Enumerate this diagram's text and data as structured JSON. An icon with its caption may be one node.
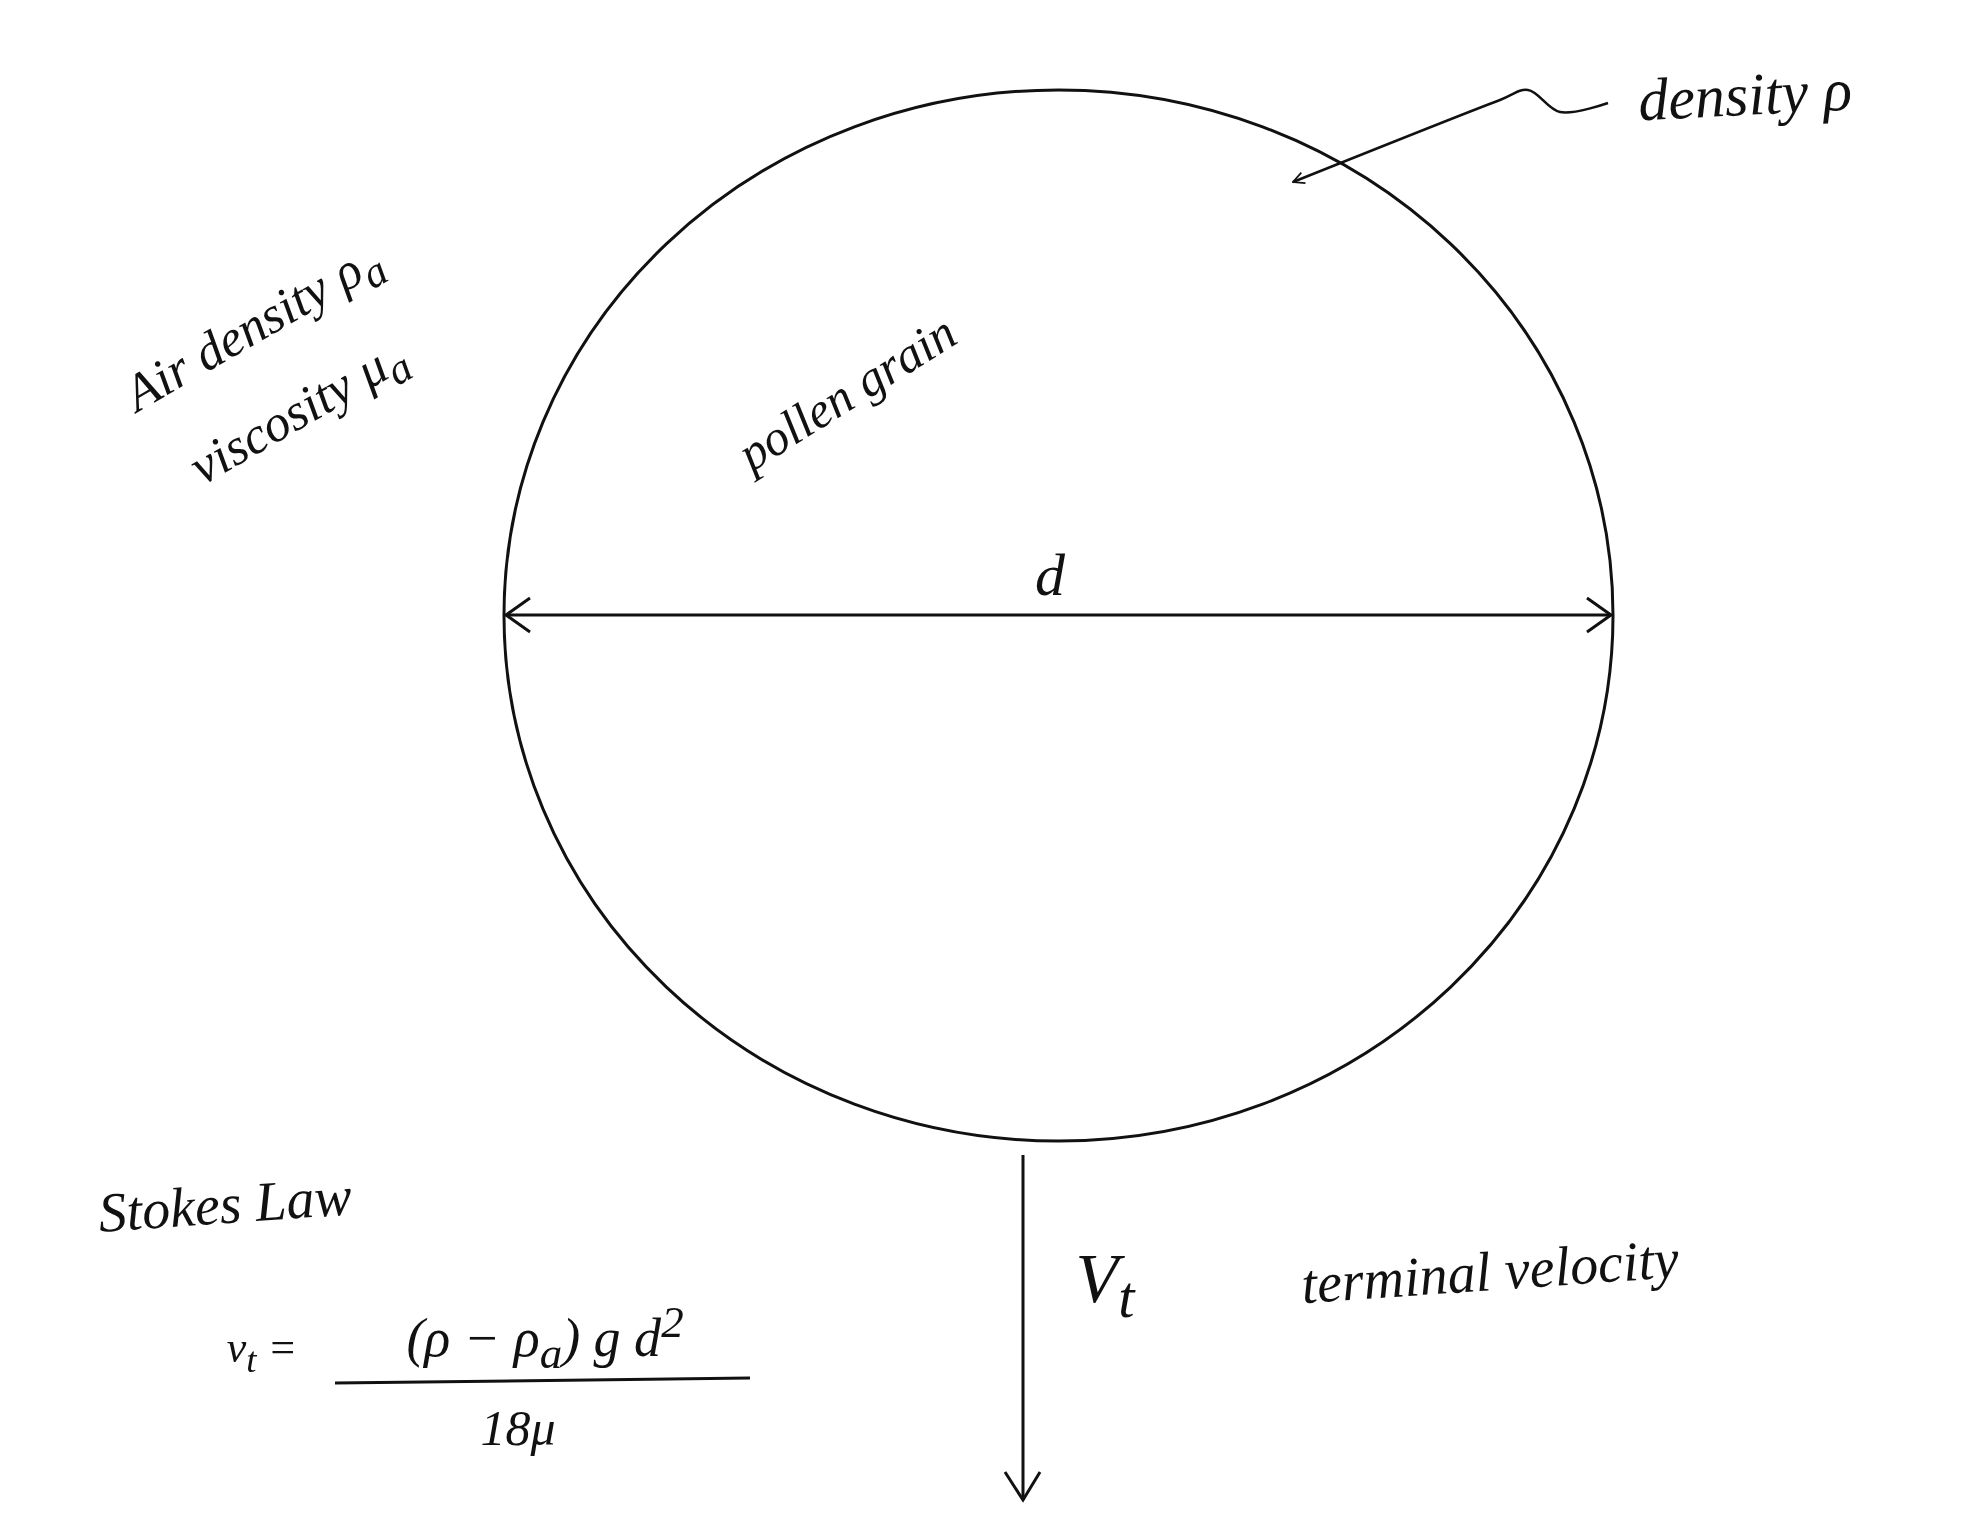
{
  "diagram": {
    "nodes": [
      {
        "text": [
          "pollen grain"
        ]
      },
      {
        "text": [
          "density ρ"
        ]
      }
    ],
    "edges": [
      {
        "from": 1,
        "to": 0,
        "arrow": "to"
      }
    ],
    "labels": [
      "Air density ρ$_{a}$",
      "viscosity μ$_{a}$",
      "d",
      "Stokes Law",
      "v$_{t}$ =",
      "(ρ − ρ$_{a}$) g d$^{2}$",
      "18μ",
      "V$_{t}$",
      "terminal velocity"
    ]
  }
}
